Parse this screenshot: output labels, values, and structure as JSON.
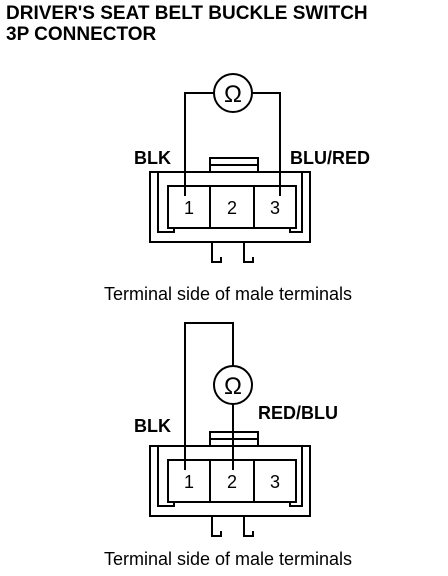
{
  "title": {
    "line1": "DRIVER'S SEAT BELT BUCKLE SWITCH",
    "line2": "3P CONNECTOR"
  },
  "meter_symbol": "Ω",
  "diagrams": [
    {
      "left_wire_label": "BLK",
      "right_wire_label": "BLU/RED",
      "terminals": [
        "1",
        "2",
        "3"
      ],
      "probe_terminals": [
        "1",
        "3"
      ],
      "caption": "Terminal side of male terminals"
    },
    {
      "left_wire_label": "BLK",
      "right_wire_label": "RED/BLU",
      "terminals": [
        "1",
        "2",
        "3"
      ],
      "probe_terminals": [
        "1",
        "2"
      ],
      "caption": "Terminal side of male terminals"
    }
  ]
}
